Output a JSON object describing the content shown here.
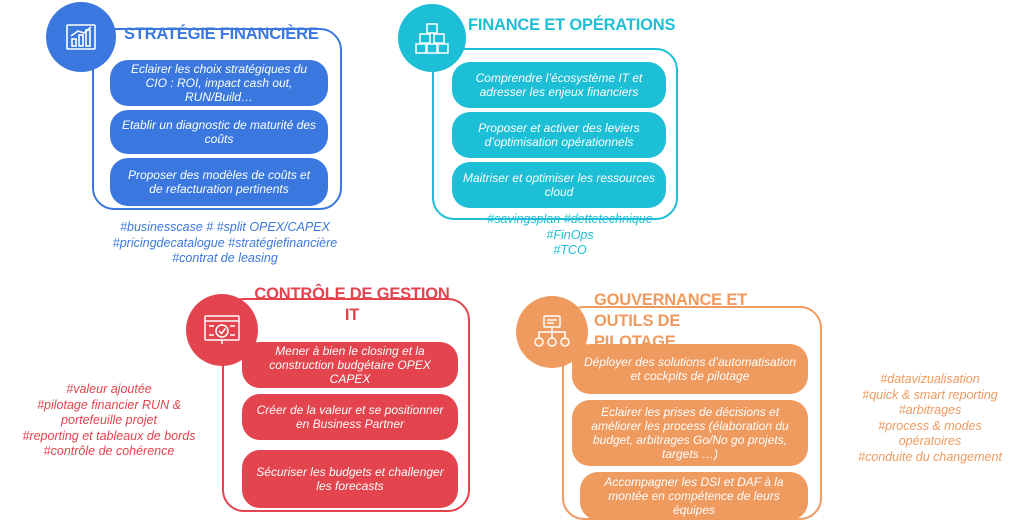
{
  "colors": {
    "blue": "#3a78e0",
    "cyan": "#1dbfd6",
    "red": "#e3444e",
    "orange": "#ef9a5f"
  },
  "quadrants": [
    {
      "id": "strategie",
      "title": "STRATÉGIE FINANCIÈRE",
      "icon": "bar-chart-icon",
      "items": [
        "Eclairer les choix stratégiques du CIO : ROI, impact cash out, RUN/Build…",
        "Etablir un diagnostic de maturité des coûts",
        "Proposer des modèles de coûts et de refacturation pertinents"
      ],
      "tags": [
        "#businesscase # #split OPEX/CAPEX",
        "#pricingdecatalogue #stratégiefinancière",
        "#contrat de leasing"
      ]
    },
    {
      "id": "finance",
      "title": "FINANCE ET OPÉRATIONS",
      "icon": "cubes-icon",
      "items": [
        "Comprendre l’écosystème IT et adresser les enjeux financiers",
        "Proposer et activer des leviers d’optimisation opérationnels",
        "Maitriser et optimiser les ressources cloud"
      ],
      "tags": [
        "#savingsplan #dettetechnique",
        "#FinOps",
        "#TCO"
      ]
    },
    {
      "id": "controle",
      "title": "CONTRÔLE DE GESTION IT",
      "icon": "monitor-check-icon",
      "items": [
        "Mener à bien le closing et la construction budgétaire OPEX CAPEX",
        "Créer de la valeur et se positionner en Business Partner",
        "Sécuriser les budgets et challenger les forecasts"
      ],
      "tags": [
        "#valeur ajoutée",
        "#pilotage financier RUN &",
        "portefeuille projet",
        "#reporting et tableaux de bords",
        "#contrôle de cohérence"
      ]
    },
    {
      "id": "gouvernance",
      "title": "GOUVERNANCE ET OUTILS DE PILOTAGE",
      "icon": "dashboard-tree-icon",
      "items": [
        "Déployer des solutions d’automatisation et cockpits de pilotage",
        "Eclairer les prises de décisions  et améliorer les process (élaboration du budget, arbitrages Go/No go projets, targets …)",
        "Accompagner les DSI et DAF à la montée en compétence de leurs équipes"
      ],
      "tags": [
        "#datavizualisation",
        "#quick & smart reporting",
        "#arbitrages",
        "#process & modes",
        "opératoires",
        "#conduite du changement"
      ]
    }
  ]
}
